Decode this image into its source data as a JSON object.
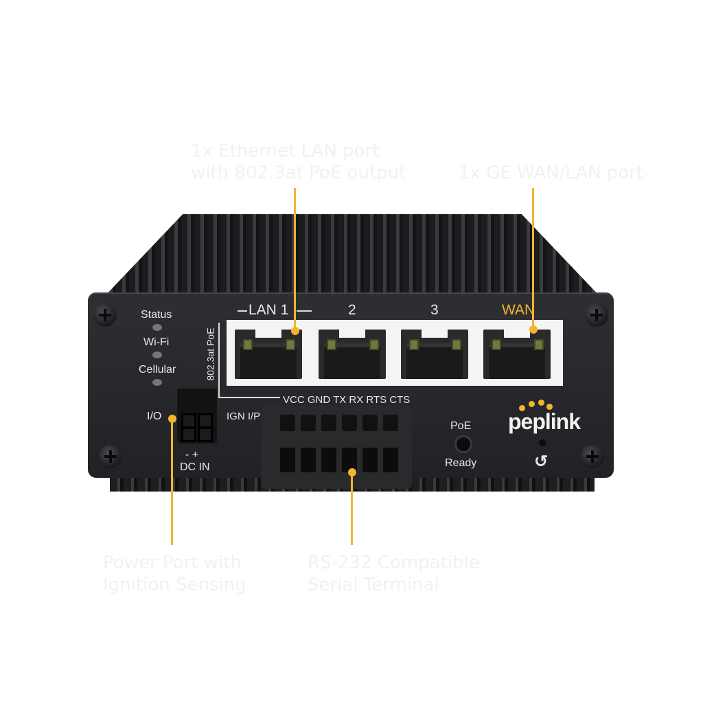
{
  "callouts": {
    "lan": [
      "1x Ethernet LAN port",
      "with 802.3at PoE output"
    ],
    "wan": "1x GE WAN/LAN port",
    "power": [
      "Power Port with",
      "Ignition Sensing"
    ],
    "serial": [
      "RS-232 Compatible",
      "Serial Terminal"
    ]
  },
  "device": {
    "leds": [
      "Status",
      "Wi-Fi",
      "Cellular"
    ],
    "ports": [
      "LAN 1",
      "2",
      "3",
      "WAN"
    ],
    "poe_side": "802.3at PoE",
    "serial_pins": "VCC GND TX  RX RTS CTS",
    "ign": "IGN I/P",
    "io": "I/O",
    "dc_polarity": "-  +",
    "dc": "DC IN",
    "poe_led_top": "PoE",
    "poe_led_bottom": "Ready",
    "brand": "peplink",
    "reset_icon": "reset-icon"
  },
  "colors": {
    "accent": "#f2b52e",
    "chassis": "#2b2c30"
  }
}
